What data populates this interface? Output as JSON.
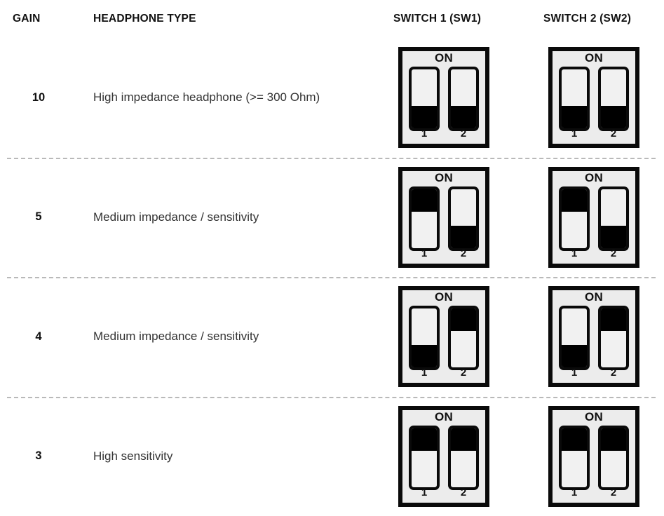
{
  "table": {
    "columns": {
      "gain": "GAIN",
      "headphone_type": "HEADPHONE TYPE",
      "switch1": "SWITCH 1 (SW1)",
      "switch2": "SWITCH 2 (SW2)"
    },
    "dip": {
      "on_label": "ON",
      "pin1_label": "1",
      "pin2_label": "2",
      "body_color": "#ececec",
      "border_color": "#0a0a0a",
      "toggle_color": "#000000"
    },
    "divider_color": "#b9b9b9",
    "rows": [
      {
        "gain": "10",
        "headphone_type": "High impedance headphone (>= 300 Ohm)",
        "sw1": {
          "pin1": "down",
          "pin2": "down"
        },
        "sw2": {
          "pin1": "down",
          "pin2": "down"
        }
      },
      {
        "gain": "5",
        "headphone_type": "Medium impedance / sensitivity",
        "sw1": {
          "pin1": "up",
          "pin2": "down"
        },
        "sw2": {
          "pin1": "up",
          "pin2": "down"
        }
      },
      {
        "gain": "4",
        "headphone_type": "Medium impedance / sensitivity",
        "sw1": {
          "pin1": "down",
          "pin2": "up"
        },
        "sw2": {
          "pin1": "down",
          "pin2": "up"
        }
      },
      {
        "gain": "3",
        "headphone_type": "High sensitivity",
        "sw1": {
          "pin1": "up",
          "pin2": "up"
        },
        "sw2": {
          "pin1": "up",
          "pin2": "up"
        }
      }
    ]
  }
}
